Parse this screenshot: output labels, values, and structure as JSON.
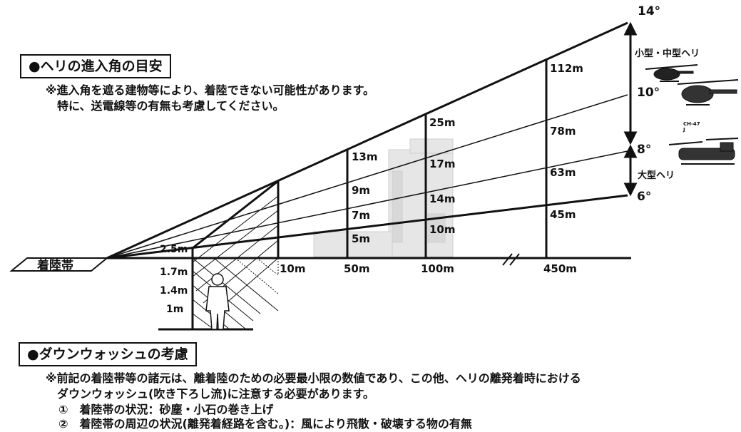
{
  "approach_section": {
    "heading": "●ヘリの進入角の目安",
    "notes": [
      "※進入角を遮る建物等により、着陸できない可能性があります。",
      "特に、送電線等の有無も考慮してください。"
    ]
  },
  "landing_zone_label": "着陸帯",
  "angles": [
    "14°",
    "10°",
    "8°",
    "6°"
  ],
  "heli_groups": {
    "small_medium": "小型・中型ヘリ",
    "large": "大型ヘリ",
    "chinook_mark": "CH-47",
    "chinook_mark2": "J"
  },
  "distances": [
    "10m",
    "50m",
    "100m",
    "450m"
  ],
  "heights": {
    "at_50m": [
      "13m",
      "9m",
      "7m",
      "5m"
    ],
    "at_100m": [
      "25m",
      "17m",
      "14m",
      "10m"
    ],
    "at_450m": [
      "112m",
      "78m",
      "63m",
      "45m"
    ],
    "near": [
      "2.5m",
      "1.7m",
      "1.4m",
      "1m"
    ]
  },
  "downwash_section": {
    "heading": "●ダウンウォッシュの考慮",
    "notes": [
      "※前記の着陸帯等の諸元は、離着陸のための必要最小限の数値であり、この他、ヘリの離発着時における",
      "ダウンウォッシュ(吹き下ろし流)に注意する必要があります。",
      "①　着陸帯の状況：砂塵・小石の巻き上げ",
      "②　着陸帯の周辺の状況(離発着経路を含む。)：風により飛散・破壊する物の有無"
    ]
  }
}
